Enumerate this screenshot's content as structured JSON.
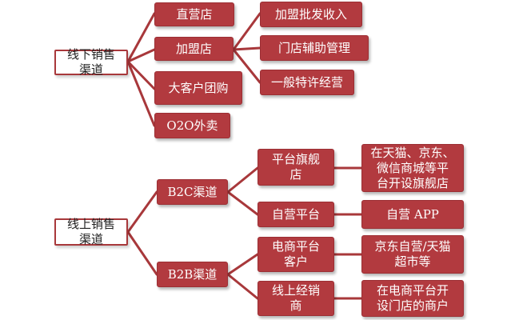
{
  "colors": {
    "accent": "#b23a3f",
    "line": "#a8383b"
  },
  "offline": {
    "root": "线下销售\n渠道",
    "children": [
      {
        "label": "直营店"
      },
      {
        "label": "加盟店",
        "children": [
          "加盟批发收入",
          "门店辅助管理",
          "一般特许经营"
        ]
      },
      {
        "label": "大客户团购"
      },
      {
        "label": "O2O外卖"
      }
    ]
  },
  "online": {
    "root": "线上销售\n渠道",
    "children": [
      {
        "label": "B2C渠道",
        "children": [
          {
            "label": "平台旗舰\n店",
            "detail": "在天猫、京东、\n微信商城等平\n台开设旗舰店"
          },
          {
            "label": "自营平台",
            "detail": "自营 APP"
          }
        ]
      },
      {
        "label": "B2B渠道",
        "children": [
          {
            "label": "电商平台\n客户",
            "detail": "京东自营/天猫\n超市等"
          },
          {
            "label": "线上经销\n商",
            "detail": "在电商平台开\n设门店的商户"
          }
        ]
      }
    ]
  }
}
